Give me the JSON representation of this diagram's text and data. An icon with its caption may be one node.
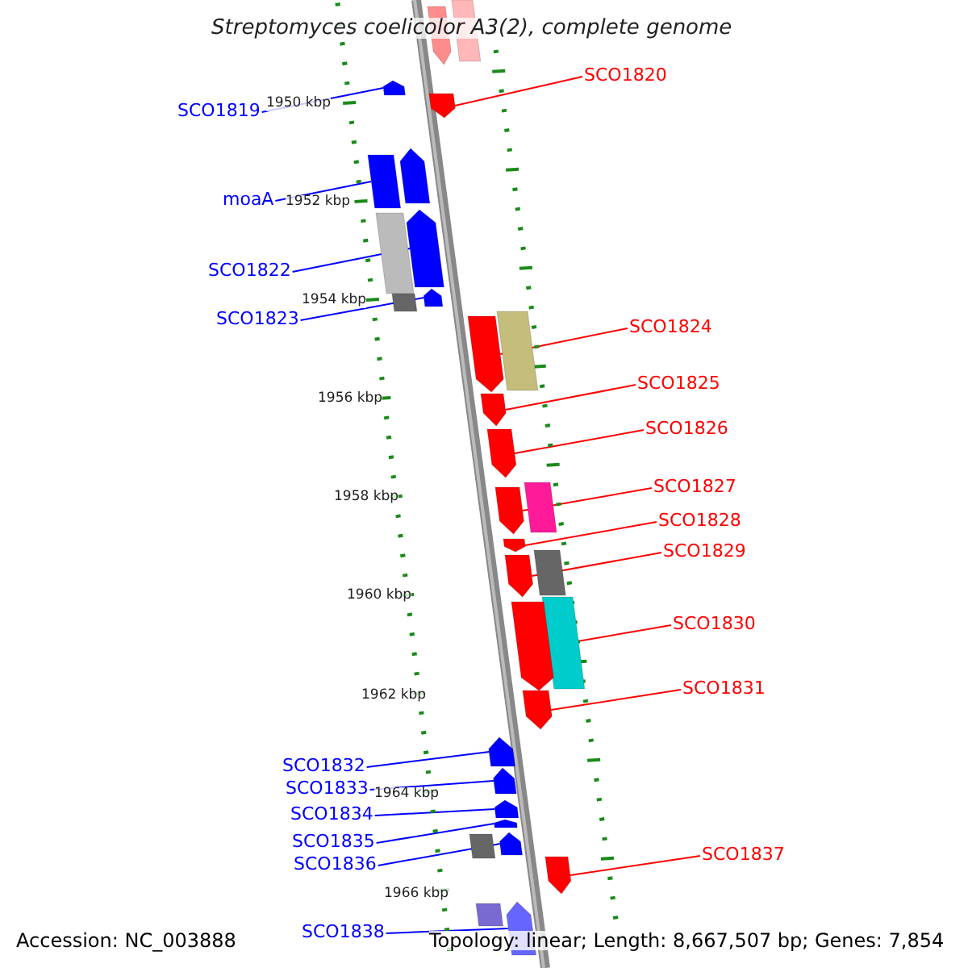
{
  "diagram": {
    "title": "Streptomyces coelicolor A3(2), complete genome",
    "nodes": [
      {
        "text": [
          "SCO1820"
        ]
      },
      {
        "text": [
          "SCO1819"
        ]
      },
      {
        "text": [
          "moaA"
        ]
      },
      {
        "text": [
          "SCO1822"
        ]
      },
      {
        "text": [
          "SCO1823"
        ]
      },
      {
        "text": [
          "SCO1824"
        ]
      },
      {
        "text": [
          "SCO1825"
        ]
      },
      {
        "text": [
          "SCO1826"
        ]
      },
      {
        "text": [
          "SCO1827"
        ]
      },
      {
        "text": [
          "SCO1828"
        ]
      },
      {
        "text": [
          "SCO1829"
        ]
      },
      {
        "text": [
          "SCO1830"
        ]
      },
      {
        "text": [
          "SCO1831"
        ]
      },
      {
        "text": [
          "SCO1832"
        ]
      },
      {
        "text": [
          "SCO1833"
        ]
      },
      {
        "text": [
          "SCO1834"
        ]
      },
      {
        "text": [
          "SCO1835"
        ]
      },
      {
        "text": [
          "SCO1836"
        ]
      },
      {
        "text": [
          "SCO1837"
        ]
      },
      {
        "text": [
          "SCO1838"
        ]
      },
      {
        "text": [],
        "shape": "bar"
      },
      {
        "text": [],
        "shape": "bar"
      },
      {
        "text": [],
        "shape": "bar"
      },
      {
        "text": [],
        "shape": "bar"
      },
      {
        "text": [],
        "shape": "bar"
      },
      {
        "text": [],
        "shape": "bar"
      },
      {
        "text": [],
        "shape": "bar"
      },
      {
        "text": [],
        "shape": "bar"
      },
      {
        "text": [],
        "shape": "bar"
      },
      {
        "text": [],
        "shape": "bar"
      },
      {
        "text": [],
        "shape": "bar"
      },
      {
        "text": [],
        "shape": "bar"
      },
      {
        "text": [],
        "shape": "bar"
      },
      {
        "text": [],
        "shape": "bar"
      },
      {
        "text": [],
        "shape": "bar"
      },
      {
        "text": [],
        "shape": "bar"
      },
      {
        "text": [],
        "shape": "bar"
      },
      {
        "text": [],
        "shape": "bar"
      },
      {
        "text": [],
        "shape": "bar"
      },
      {
        "text": [],
        "shape": "bar"
      },
      {
        "text": [],
        "shape": "bar"
      },
      {
        "text": [],
        "shape": "bar"
      },
      {
        "text": [],
        "shape": "bar"
      },
      {
        "text": [],
        "shape": "bar"
      },
      {
        "text": [],
        "shape": "bar"
      },
      {
        "text": [],
        "shape": "bar"
      },
      {
        "text": [],
        "shape": "bar"
      },
      {
        "text": [],
        "shape": "bar"
      },
      {
        "text": [],
        "shape": "bar"
      },
      {
        "text": [],
        "shape": "bar"
      },
      {
        "text": [],
        "shape": "bar"
      }
    ],
    "edges": [
      {
        "from": 0,
        "to": 23,
        "arrow": "none",
        "color": "#ff0000"
      },
      {
        "from": 1,
        "to": 22,
        "arrow": "none",
        "color": "#0000ff"
      },
      {
        "from": 2,
        "to": 25,
        "arrow": "none",
        "color": "#0000ff"
      },
      {
        "from": 3,
        "to": 26,
        "arrow": "none",
        "color": "#0000ff"
      },
      {
        "from": 4,
        "to": 28,
        "arrow": "none",
        "color": "#0000ff"
      },
      {
        "from": 5,
        "to": 31,
        "arrow": "none",
        "color": "#ff0000"
      },
      {
        "from": 6,
        "to": 32,
        "arrow": "none",
        "color": "#ff0000"
      },
      {
        "from": 7,
        "to": 33,
        "arrow": "none",
        "color": "#ff0000"
      },
      {
        "from": 8,
        "to": 35,
        "arrow": "none",
        "color": "#ff0000"
      },
      {
        "from": 9,
        "to": 36,
        "arrow": "none",
        "color": "#ff0000"
      },
      {
        "from": 10,
        "to": 38,
        "arrow": "none",
        "color": "#ff0000"
      },
      {
        "from": 11,
        "to": 40,
        "arrow": "none",
        "color": "#ff0000"
      },
      {
        "from": 12,
        "to": 41,
        "arrow": "none",
        "color": "#ff0000"
      },
      {
        "from": 13,
        "to": 42,
        "arrow": "none",
        "color": "#0000ff"
      },
      {
        "from": 14,
        "to": 43,
        "arrow": "none",
        "color": "#0000ff"
      },
      {
        "from": 15,
        "to": 44,
        "arrow": "none",
        "color": "#0000ff"
      },
      {
        "from": 16,
        "to": 45,
        "arrow": "none",
        "color": "#0000ff"
      },
      {
        "from": 17,
        "to": 46,
        "arrow": "none",
        "color": "#0000ff"
      },
      {
        "from": 18,
        "to": 48,
        "arrow": "none",
        "color": "#ff0000"
      },
      {
        "from": 19,
        "to": 49,
        "arrow": "none",
        "color": "#0000ff"
      }
    ],
    "labels": [
      "1950 kbp",
      "1952 kbp",
      "1954 kbp",
      "1956 kbp",
      "1958 kbp",
      "1960 kbp",
      "1962 kbp",
      "1964 kbp",
      "1966 kbp",
      "Accession: NC_003888",
      "Topology: linear; Length: 8,667,507 bp; Genes: 7,854"
    ]
  }
}
